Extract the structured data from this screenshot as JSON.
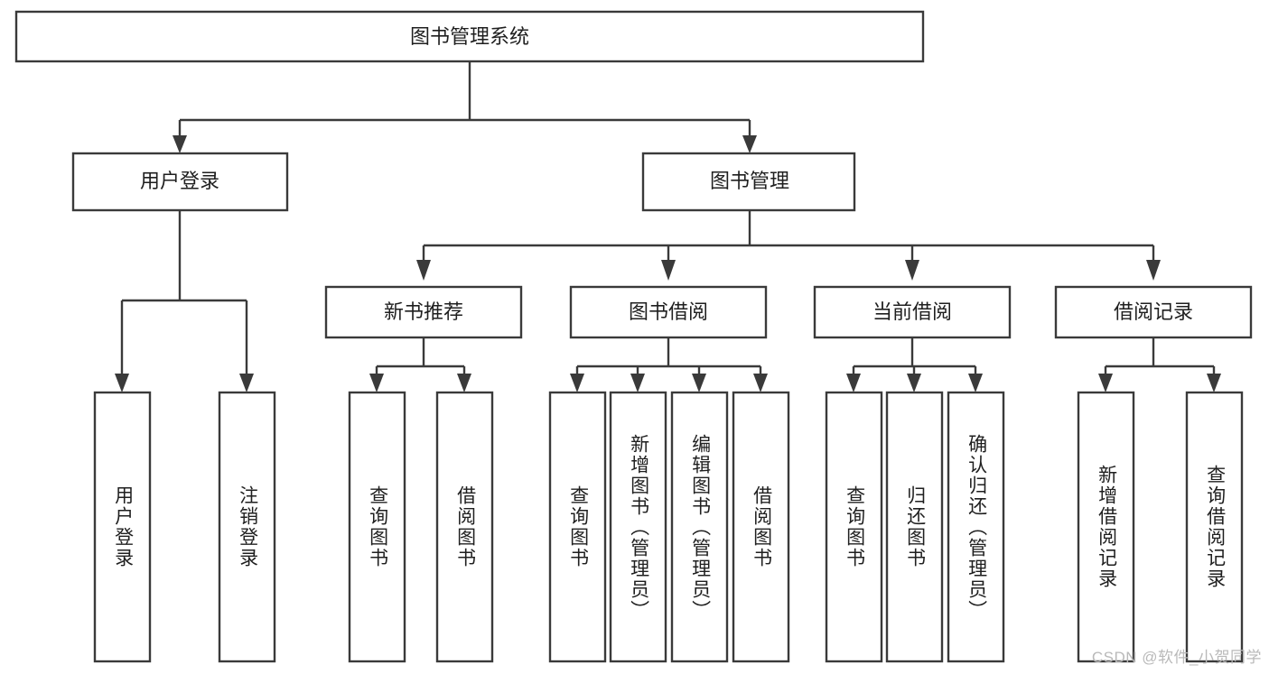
{
  "diagram": {
    "type": "tree-hierarchy",
    "title": "图书管理系统",
    "orientation": "top-down",
    "root": {
      "id": "root",
      "label": "图书管理系统",
      "text_direction": "horizontal"
    },
    "level2": [
      {
        "id": "user-login",
        "label": "用户登录",
        "text_direction": "horizontal"
      },
      {
        "id": "book-manage",
        "label": "图书管理",
        "text_direction": "horizontal"
      }
    ],
    "level3": [
      {
        "id": "new-book-rec",
        "label": "新书推荐",
        "text_direction": "horizontal",
        "parent": "book-manage"
      },
      {
        "id": "book-borrow",
        "label": "图书借阅",
        "text_direction": "horizontal",
        "parent": "book-manage"
      },
      {
        "id": "current-borrow",
        "label": "当前借阅",
        "text_direction": "horizontal",
        "parent": "book-manage"
      },
      {
        "id": "borrow-record",
        "label": "借阅记录",
        "text_direction": "horizontal",
        "parent": "book-manage"
      }
    ],
    "leaves": [
      {
        "id": "leaf-user-login",
        "label": "用户登录",
        "parent": "user-login",
        "text_direction": "vertical"
      },
      {
        "id": "leaf-user-logout",
        "label": "注销登录",
        "parent": "user-login",
        "text_direction": "vertical"
      },
      {
        "id": "leaf-query-book-1",
        "label": "查询图书",
        "parent": "new-book-rec",
        "text_direction": "vertical"
      },
      {
        "id": "leaf-borrow-book-1",
        "label": "借阅图书",
        "parent": "new-book-rec",
        "text_direction": "vertical"
      },
      {
        "id": "leaf-query-book-2",
        "label": "查询图书",
        "parent": "book-borrow",
        "text_direction": "vertical"
      },
      {
        "id": "leaf-add-book",
        "label": "新增图书（管理员）",
        "parent": "book-borrow",
        "text_direction": "vertical"
      },
      {
        "id": "leaf-edit-book",
        "label": "编辑图书（管理员）",
        "parent": "book-borrow",
        "text_direction": "vertical"
      },
      {
        "id": "leaf-borrow-book-2",
        "label": "借阅图书",
        "parent": "book-borrow",
        "text_direction": "vertical"
      },
      {
        "id": "leaf-query-book-3",
        "label": "查询图书",
        "parent": "current-borrow",
        "text_direction": "vertical"
      },
      {
        "id": "leaf-return-book",
        "label": "归还图书",
        "parent": "current-borrow",
        "text_direction": "vertical"
      },
      {
        "id": "leaf-confirm-return",
        "label": "确认归还（管理员）",
        "parent": "current-borrow",
        "text_direction": "vertical"
      },
      {
        "id": "leaf-add-record",
        "label": "新增借阅记录",
        "parent": "borrow-record",
        "text_direction": "vertical"
      },
      {
        "id": "leaf-query-record",
        "label": "查询借阅记录",
        "parent": "borrow-record",
        "text_direction": "vertical"
      }
    ],
    "colors": {
      "node_stroke": "#3a3a3a",
      "node_fill": "#ffffff",
      "connector": "#3a3a3a",
      "text": "#1f1f1f",
      "watermark": "#b9b9b9",
      "background": "#ffffff"
    }
  },
  "watermark": {
    "text": "CSDN @软件_小贺同学"
  }
}
